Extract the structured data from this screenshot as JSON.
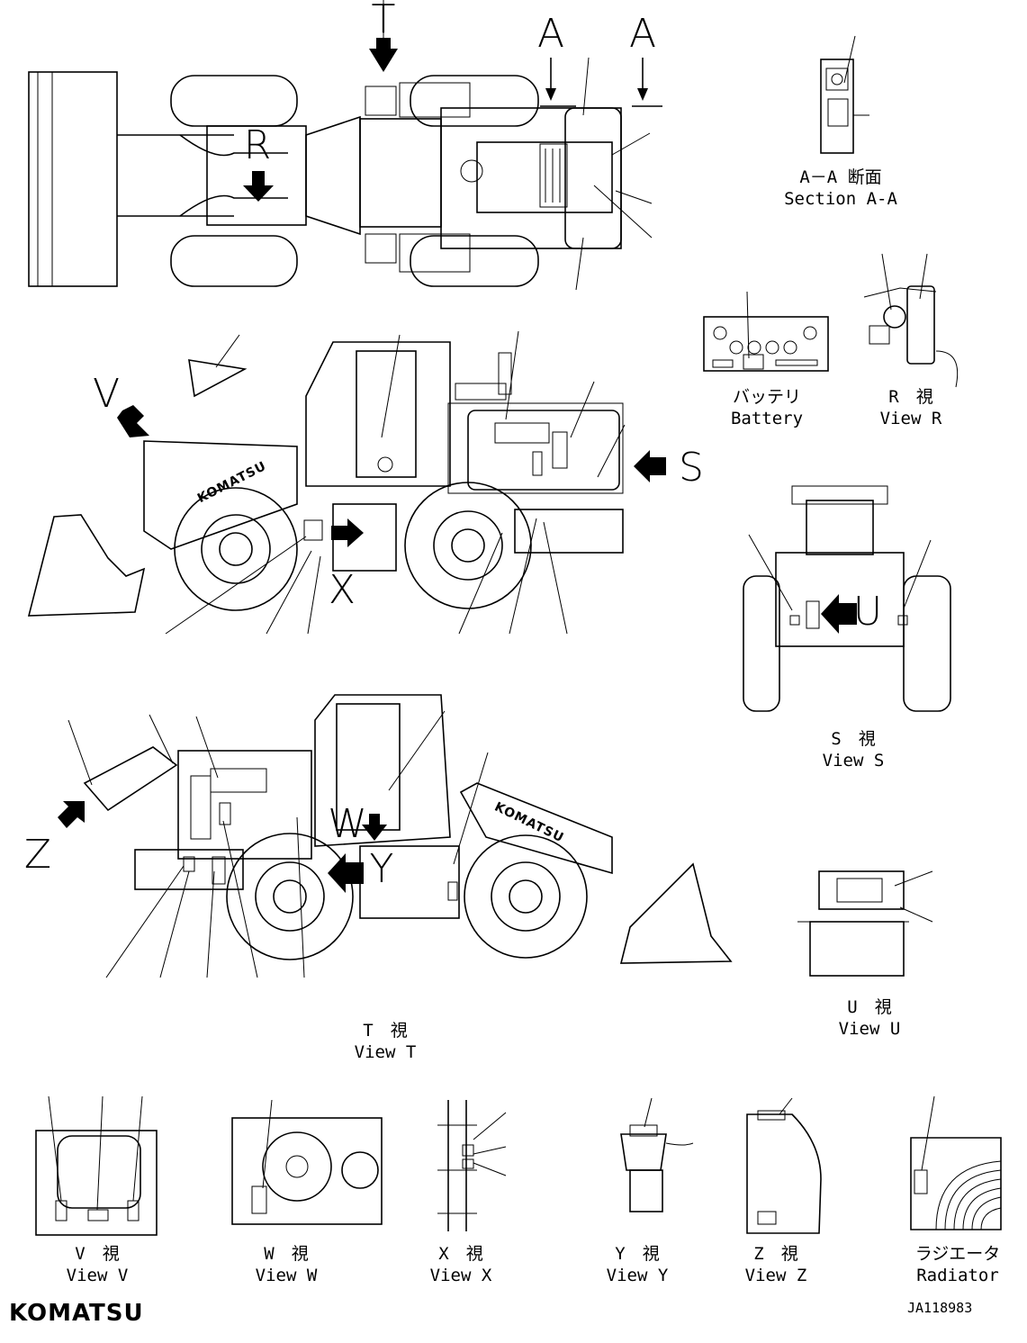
{
  "letters": {
    "T": "T",
    "A1": "A",
    "A2": "A",
    "R": "R",
    "V": "V",
    "S": "S",
    "X": "X",
    "Z": "Z",
    "W": "W",
    "Y": "Y",
    "U": "U"
  },
  "captions": {
    "section_aa_jp": "A－A 断面",
    "section_aa_en": "Section A-A",
    "battery_jp": "バッテリ",
    "battery_en": "Battery",
    "view_r_jp": "R　視",
    "view_r_en": "View R",
    "view_s_jp": "S　視",
    "view_s_en": "View S",
    "view_t_jp": "T　視",
    "view_t_en": "View T",
    "view_u_jp": "U　視",
    "view_u_en": "View U",
    "view_v_jp": "V　視",
    "view_v_en": "View V",
    "view_w_jp": "W　視",
    "view_w_en": "View W",
    "view_x_jp": "X　視",
    "view_x_en": "View X",
    "view_y_jp": "Y　視",
    "view_y_en": "View Y",
    "view_z_jp": "Z　視",
    "view_z_en": "View Z",
    "radiator_jp": "ラジエータ",
    "radiator_en": "Radiator"
  },
  "brand": "KOMATSU",
  "boom_text": "KOMATSU",
  "drawing_code": "JA118983"
}
